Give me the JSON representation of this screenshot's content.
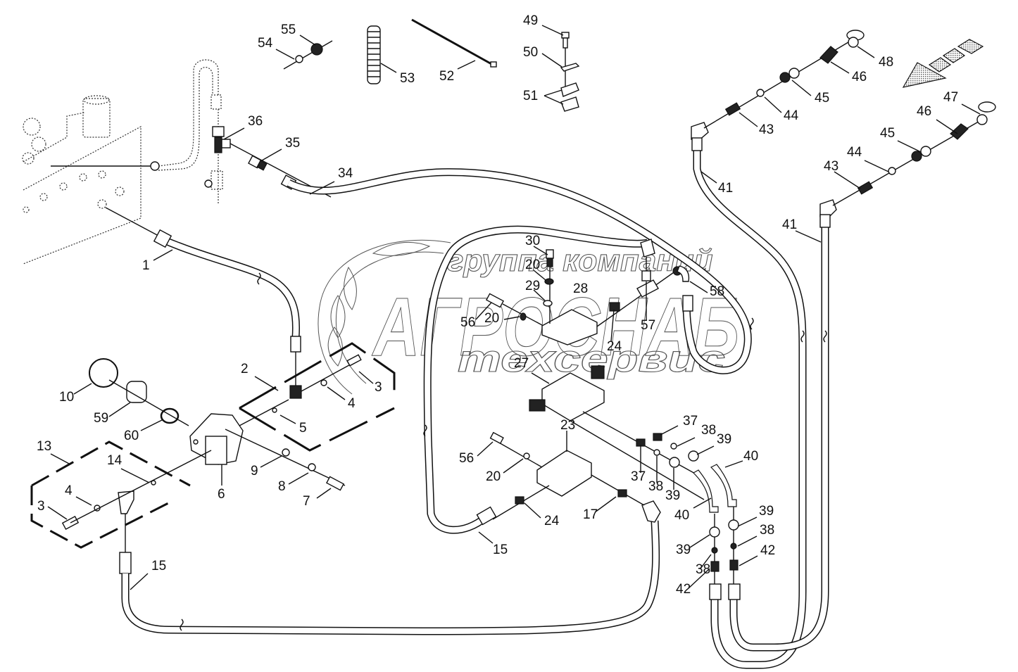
{
  "diagram": {
    "kind": "hydraulic hose assembly exploded view",
    "watermark": {
      "line1": "группа компаний",
      "line2": "АГРОСНАБ",
      "line3": "техсервис",
      "logo": "wheat-wreath-icon"
    },
    "direction_symbol": "direction-arrow-icon",
    "labels": [
      {
        "id": "l1",
        "text": "1"
      },
      {
        "id": "l2",
        "text": "2"
      },
      {
        "id": "l3a",
        "text": "3"
      },
      {
        "id": "l3b",
        "text": "3"
      },
      {
        "id": "l4a",
        "text": "4"
      },
      {
        "id": "l4b",
        "text": "4"
      },
      {
        "id": "l5",
        "text": "5"
      },
      {
        "id": "l6",
        "text": "6"
      },
      {
        "id": "l7",
        "text": "7"
      },
      {
        "id": "l8",
        "text": "8"
      },
      {
        "id": "l9",
        "text": "9"
      },
      {
        "id": "l10",
        "text": "10"
      },
      {
        "id": "l13",
        "text": "13"
      },
      {
        "id": "l14",
        "text": "14"
      },
      {
        "id": "l15a",
        "text": "15"
      },
      {
        "id": "l15b",
        "text": "15"
      },
      {
        "id": "l17",
        "text": "17"
      },
      {
        "id": "l20a",
        "text": "20"
      },
      {
        "id": "l20b",
        "text": "20"
      },
      {
        "id": "l20c",
        "text": "20"
      },
      {
        "id": "l23",
        "text": "23"
      },
      {
        "id": "l24a",
        "text": "24"
      },
      {
        "id": "l24b",
        "text": "24"
      },
      {
        "id": "l27",
        "text": "27"
      },
      {
        "id": "l28",
        "text": "28"
      },
      {
        "id": "l29",
        "text": "29"
      },
      {
        "id": "l30",
        "text": "30"
      },
      {
        "id": "l34",
        "text": "34"
      },
      {
        "id": "l35",
        "text": "35"
      },
      {
        "id": "l36",
        "text": "36"
      },
      {
        "id": "l37a",
        "text": "37"
      },
      {
        "id": "l37b",
        "text": "37"
      },
      {
        "id": "l38a",
        "text": "38"
      },
      {
        "id": "l38b",
        "text": "38"
      },
      {
        "id": "l38c",
        "text": "38"
      },
      {
        "id": "l38d",
        "text": "38"
      },
      {
        "id": "l39a",
        "text": "39"
      },
      {
        "id": "l39b",
        "text": "39"
      },
      {
        "id": "l39c",
        "text": "39"
      },
      {
        "id": "l39d",
        "text": "39"
      },
      {
        "id": "l40a",
        "text": "40"
      },
      {
        "id": "l40b",
        "text": "40"
      },
      {
        "id": "l41a",
        "text": "41"
      },
      {
        "id": "l41b",
        "text": "41"
      },
      {
        "id": "l42a",
        "text": "42"
      },
      {
        "id": "l42b",
        "text": "42"
      },
      {
        "id": "l43a",
        "text": "43"
      },
      {
        "id": "l43b",
        "text": "43"
      },
      {
        "id": "l44a",
        "text": "44"
      },
      {
        "id": "l44b",
        "text": "44"
      },
      {
        "id": "l45a",
        "text": "45"
      },
      {
        "id": "l45b",
        "text": "45"
      },
      {
        "id": "l46a",
        "text": "46"
      },
      {
        "id": "l46b",
        "text": "46"
      },
      {
        "id": "l47",
        "text": "47"
      },
      {
        "id": "l48",
        "text": "48"
      },
      {
        "id": "l49",
        "text": "49"
      },
      {
        "id": "l50",
        "text": "50"
      },
      {
        "id": "l51",
        "text": "51"
      },
      {
        "id": "l52",
        "text": "52"
      },
      {
        "id": "l53",
        "text": "53"
      },
      {
        "id": "l54",
        "text": "54"
      },
      {
        "id": "l55",
        "text": "55"
      },
      {
        "id": "l56a",
        "text": "56"
      },
      {
        "id": "l56b",
        "text": "56"
      },
      {
        "id": "l57",
        "text": "57"
      },
      {
        "id": "l58",
        "text": "58"
      },
      {
        "id": "l59",
        "text": "59"
      },
      {
        "id": "l60",
        "text": "60"
      }
    ]
  }
}
